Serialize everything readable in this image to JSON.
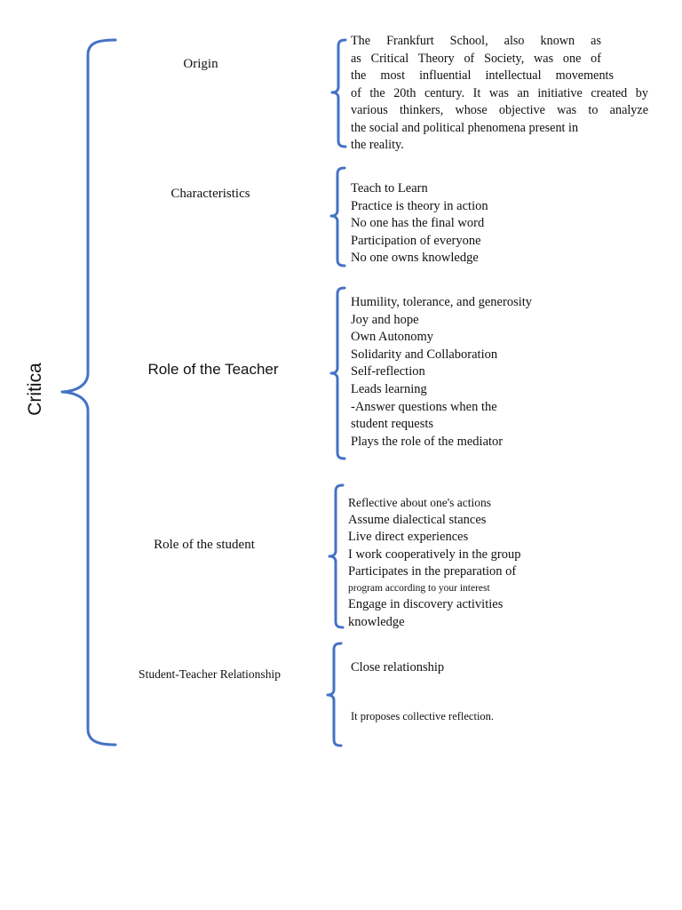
{
  "root": {
    "label": "Critica"
  },
  "colors": {
    "brace": "#4472C4",
    "text": "#111111"
  },
  "categories": [
    {
      "label": "Origin",
      "lines": [
        "The Frankfurt School, also known as",
        "as Critical Theory of Society, was one of",
        "the most influential intellectual movements",
        "of the 20th century. It was an initiative created by",
        "various thinkers, whose objective was to analyze",
        "the social and political phenomena present in",
        "the reality."
      ]
    },
    {
      "label": "Characteristics",
      "items": [
        "Teach to Learn",
        "Practice is theory in action",
        "No one has the final word",
        "Participation of everyone",
        "No one owns knowledge"
      ]
    },
    {
      "label": "Role of the Teacher",
      "items": [
        "Humility, tolerance, and generosity",
        "Joy and hope",
        "Own Autonomy",
        "Solidarity and Collaboration",
        "Self-reflection",
        "Leads learning",
        "-Answer questions when the",
        "student requests",
        "Plays the role of the mediator"
      ]
    },
    {
      "label": "Role of the student",
      "items": [
        "Reflective about one's actions",
        "Assume dialectical stances",
        "Live direct experiences",
        "I work cooperatively in the group",
        "Participates in the preparation of",
        "program according to your interest",
        "Engage in discovery activities",
        "knowledge"
      ]
    },
    {
      "label": "Student-Teacher Relationship",
      "items": [
        "Close relationship",
        "It proposes collective reflection."
      ]
    }
  ]
}
